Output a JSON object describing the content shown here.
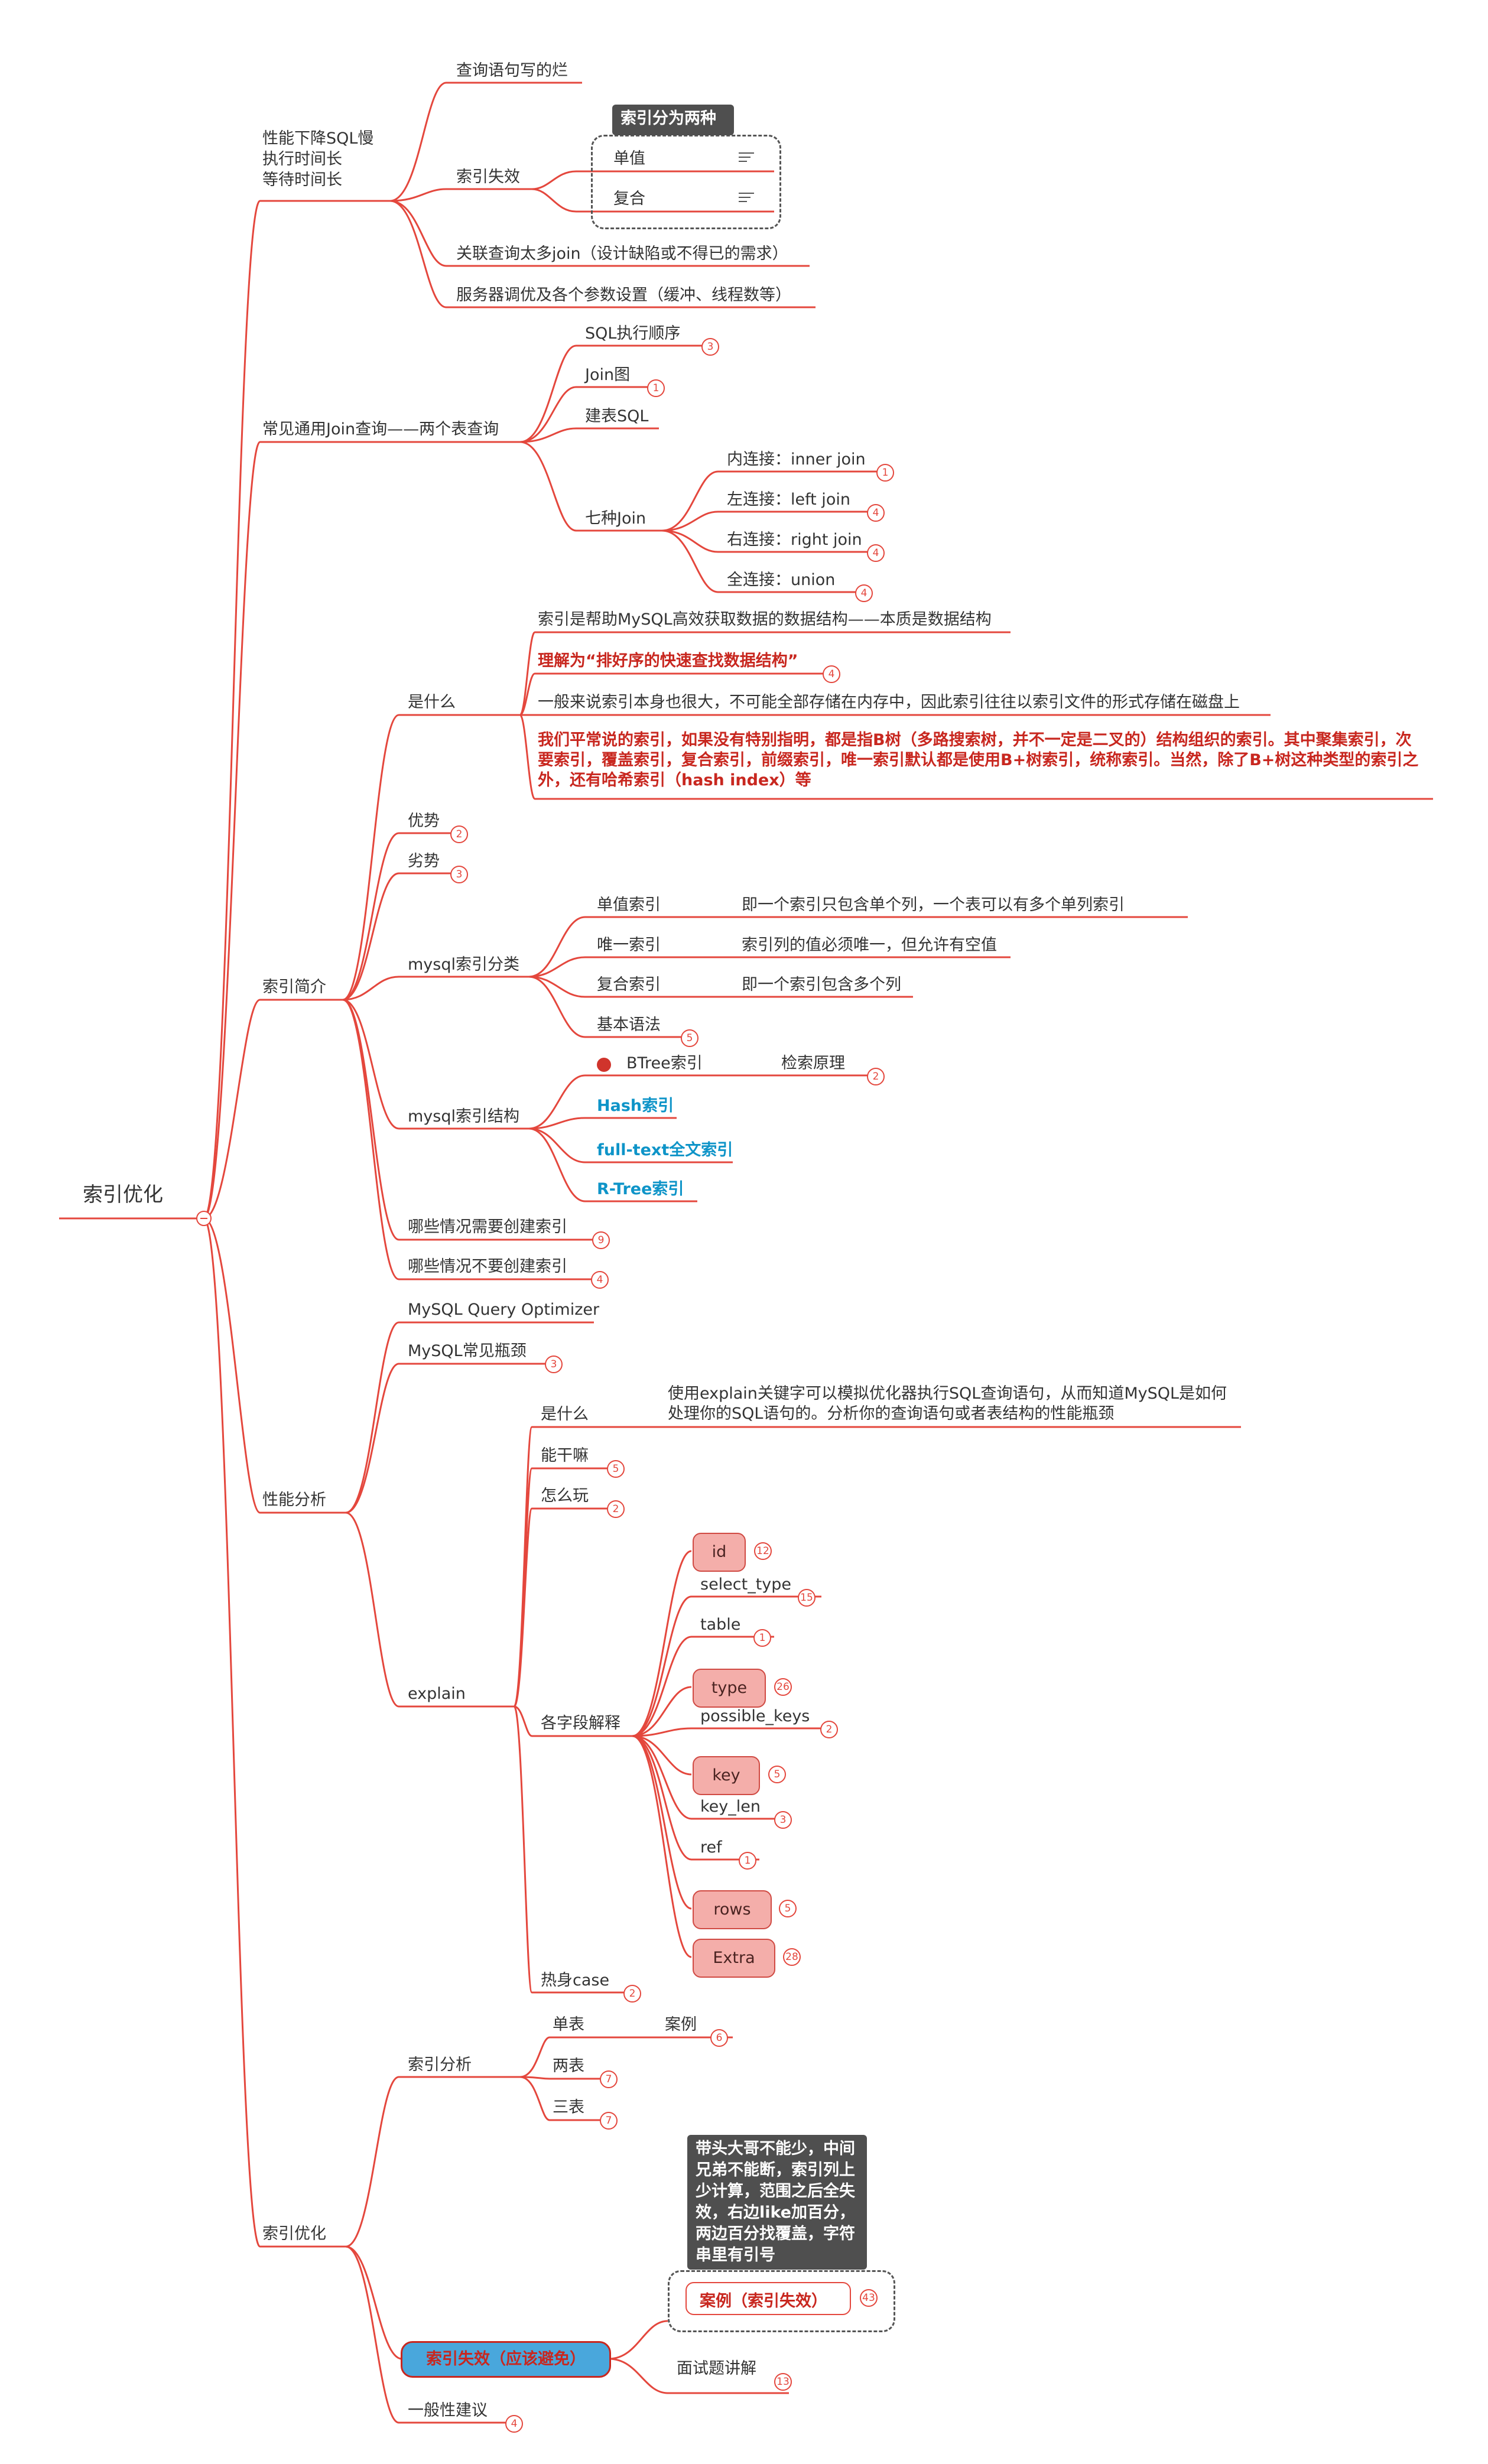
{
  "root": "索引优化",
  "b1": {
    "title_lines": [
      "性能下降SQL慢",
      "执行时间长",
      "等待时间长"
    ],
    "c1": "查询语句写的烂",
    "c2": "索引失效",
    "callout_title": "索引分为两种",
    "c2_items": [
      "单值",
      "复合"
    ],
    "c3": "关联查询太多join（设计缺陷或不得已的需求）",
    "c4": "服务器调优及各个参数设置（缓冲、线程数等）"
  },
  "b2": {
    "title": "常见通用Join查询——两个表查询",
    "c1": "SQL执行顺序",
    "c1_badge": "3",
    "c2": "Join图",
    "c2_badge": "1",
    "c3": "建表SQL",
    "c4": "七种Join",
    "joins": [
      {
        "label": "内连接：inner join",
        "badge": "1"
      },
      {
        "label": "左连接：left join",
        "badge": "4"
      },
      {
        "label": "右连接：right join",
        "badge": "4"
      },
      {
        "label": "全连接：union",
        "badge": "4"
      }
    ]
  },
  "b3": {
    "title": "索引简介",
    "what": "是什么",
    "what_1": "索引是帮助MySQL高效获取数据的数据结构——本质是数据结构",
    "what_2": "理解为“排好序的快速查找数据结构”",
    "what_2_badge": "4",
    "what_3": "一般来说索引本身也很大，不可能全部存储在内存中，因此索引往往以索引文件的形式存储在磁盘上",
    "what_4": "我们平常说的索引，如果没有特别指明，都是指B树（多路搜索树，并不一定是二叉的）结构组织的索引。其中聚集索引，次要索引，覆盖索引，复合索引，前缀索引，唯一索引默认都是使用B+树索引，统称索引。当然，除了B+树这种类型的索引之外，还有哈希索引（hash index）等",
    "adv": "优势",
    "adv_badge": "2",
    "dis": "劣势",
    "dis_badge": "3",
    "cls": "mysql索引分类",
    "cls_items": [
      {
        "label": "单值索引",
        "desc": "即一个索引只包含单个列，一个表可以有多个单列索引"
      },
      {
        "label": "唯一索引",
        "desc": "索引列的值必须唯一，但允许有空值"
      },
      {
        "label": "复合索引",
        "desc": "即一个索引包含多个列"
      }
    ],
    "basic": "基本语法",
    "basic_badge": "5",
    "struct": "mysql索引结构",
    "btree": "BTree索引",
    "btree_sub": "检索原理",
    "btree_badge": "2",
    "hash": "Hash索引",
    "fulltext": "full-text全文索引",
    "rtree": "R-Tree索引",
    "need": "哪些情况需要创建索引",
    "need_badge": "9",
    "noneed": "哪些情况不要创建索引",
    "noneed_badge": "4"
  },
  "b4": {
    "title": "性能分析",
    "c1": "MySQL Query Optimizer",
    "c2": "MySQL常见瓶颈",
    "c2_badge": "3",
    "explain": "explain",
    "e_what": "是什么",
    "e_what_desc": "使用explain关键字可以模拟优化器执行SQL查询语句，从而知道MySQL是如何处理你的SQL语句的。分析你的查询语句或者表结构的性能瓶颈",
    "e_can": "能干嘛",
    "e_can_badge": "5",
    "e_how": "怎么玩",
    "e_how_badge": "2",
    "e_fields": "各字段解释",
    "fields": [
      {
        "label": "id",
        "badge": "12",
        "pill": true
      },
      {
        "label": "select_type",
        "badge": "15",
        "pill": false
      },
      {
        "label": "table",
        "badge": "1",
        "pill": false
      },
      {
        "label": "type",
        "badge": "26",
        "pill": true
      },
      {
        "label": "possible_keys",
        "badge": "2",
        "pill": false
      },
      {
        "label": "key",
        "badge": "5",
        "pill": true
      },
      {
        "label": "key_len",
        "badge": "3",
        "pill": false
      },
      {
        "label": "ref",
        "badge": "1",
        "pill": false
      },
      {
        "label": "rows",
        "badge": "5",
        "pill": true
      },
      {
        "label": "Extra",
        "badge": "28",
        "pill": true
      }
    ],
    "e_warm": "热身case",
    "e_warm_badge": "2"
  },
  "b5": {
    "title": "索引优化",
    "analysis": "索引分析",
    "single": "单表",
    "single_case": "案例",
    "single_badge": "6",
    "two": "两表",
    "two_badge": "7",
    "three": "三表",
    "three_badge": "7",
    "fail": "索引失效（应该避免）",
    "mnemonic": "带头大哥不能少，中间兄弟不能断，索引列上少计算，范围之后全失效，右边like加百分，两边百分找覆盖，字符串里有引号",
    "fail_case": "案例（索引失效）",
    "fail_case_badge": "43",
    "interview": "面试题讲解",
    "interview_badge": "13",
    "general": "一般性建议",
    "general_badge": "4"
  }
}
